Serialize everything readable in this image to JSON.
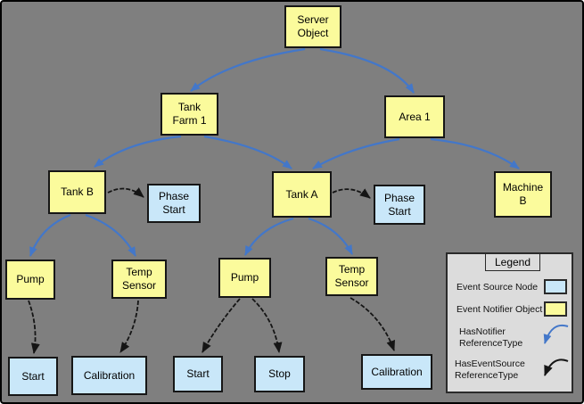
{
  "colors": {
    "background": "#7F7F7F",
    "event_notifier_fill": "#FBFB9C",
    "event_source_fill": "#C9E7F9",
    "has_notifier_arrow": "#4377C9",
    "has_event_source_arrow": "#151515",
    "legend_bg": "#DCDCDC"
  },
  "nodes": [
    {
      "id": "server-object",
      "label": "Server\nObject",
      "type": "notifier"
    },
    {
      "id": "tank-farm-1",
      "label": "Tank\nFarm 1",
      "type": "notifier"
    },
    {
      "id": "area-1",
      "label": "Area 1",
      "type": "notifier"
    },
    {
      "id": "tank-b",
      "label": "Tank B",
      "type": "notifier"
    },
    {
      "id": "phase-start-left",
      "label": "Phase\nStart",
      "type": "source"
    },
    {
      "id": "tank-a",
      "label": "Tank A",
      "type": "notifier"
    },
    {
      "id": "phase-start-right",
      "label": "Phase\nStart",
      "type": "source"
    },
    {
      "id": "machine-b",
      "label": "Machine\nB",
      "type": "notifier"
    },
    {
      "id": "pump-left",
      "label": "Pump",
      "type": "notifier"
    },
    {
      "id": "temp-sensor-left",
      "label": "Temp\nSensor",
      "type": "notifier"
    },
    {
      "id": "pump-mid",
      "label": "Pump",
      "type": "notifier"
    },
    {
      "id": "temp-sensor-right",
      "label": "Temp\nSensor",
      "type": "notifier"
    },
    {
      "id": "start-left",
      "label": "Start",
      "type": "source"
    },
    {
      "id": "calibration-left",
      "label": "Calibration",
      "type": "source"
    },
    {
      "id": "start-mid",
      "label": "Start",
      "type": "source"
    },
    {
      "id": "stop",
      "label": "Stop",
      "type": "source"
    },
    {
      "id": "calibration-right",
      "label": "Calibration",
      "type": "source"
    }
  ],
  "edges": [
    {
      "from": "server-object",
      "to": "tank-farm-1",
      "type": "HasNotifier"
    },
    {
      "from": "server-object",
      "to": "area-1",
      "type": "HasNotifier"
    },
    {
      "from": "tank-farm-1",
      "to": "tank-b",
      "type": "HasNotifier"
    },
    {
      "from": "tank-farm-1",
      "to": "tank-a",
      "type": "HasNotifier"
    },
    {
      "from": "area-1",
      "to": "tank-a",
      "type": "HasNotifier"
    },
    {
      "from": "area-1",
      "to": "machine-b",
      "type": "HasNotifier"
    },
    {
      "from": "tank-b",
      "to": "pump-left",
      "type": "HasNotifier"
    },
    {
      "from": "tank-b",
      "to": "temp-sensor-left",
      "type": "HasNotifier"
    },
    {
      "from": "tank-a",
      "to": "pump-mid",
      "type": "HasNotifier"
    },
    {
      "from": "tank-a",
      "to": "temp-sensor-right",
      "type": "HasNotifier"
    },
    {
      "from": "tank-b",
      "to": "phase-start-left",
      "type": "HasEventSource"
    },
    {
      "from": "tank-a",
      "to": "phase-start-right",
      "type": "HasEventSource"
    },
    {
      "from": "pump-left",
      "to": "start-left",
      "type": "HasEventSource"
    },
    {
      "from": "temp-sensor-left",
      "to": "calibration-left",
      "type": "HasEventSource"
    },
    {
      "from": "pump-mid",
      "to": "start-mid",
      "type": "HasEventSource"
    },
    {
      "from": "pump-mid",
      "to": "stop",
      "type": "HasEventSource"
    },
    {
      "from": "temp-sensor-right",
      "to": "calibration-right",
      "type": "HasEventSource"
    }
  ],
  "legend": {
    "title": "Legend",
    "items": [
      {
        "label": "Event Source Node",
        "swatch": "source"
      },
      {
        "label": "Event Notifier Object",
        "swatch": "notifier"
      },
      {
        "label": "HasNotifier\nReferenceType",
        "arrow": "blue"
      },
      {
        "label": "HasEventSource\nReferenceType",
        "arrow": "black"
      }
    ]
  }
}
